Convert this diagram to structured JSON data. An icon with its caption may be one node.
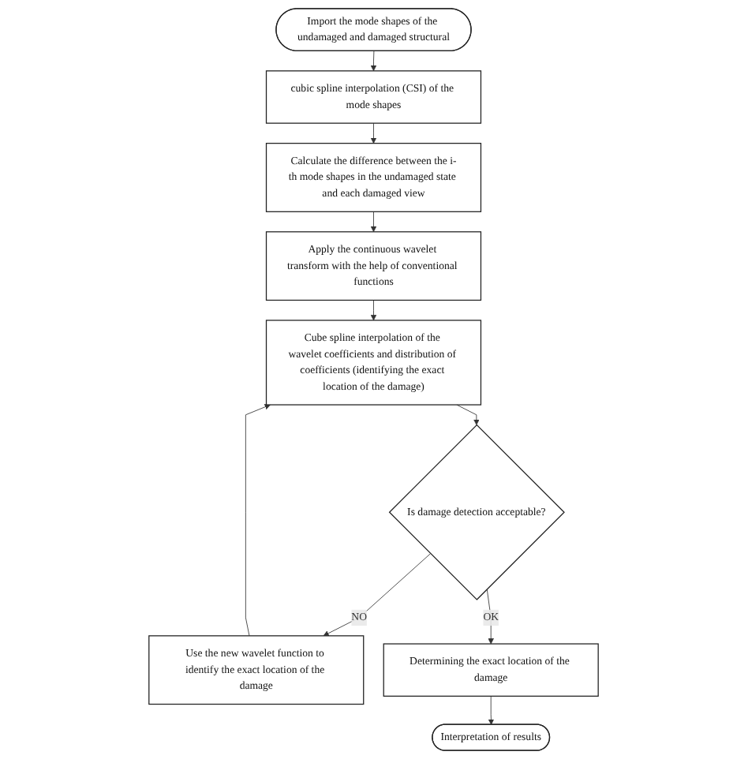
{
  "diagram": {
    "nodes": [
      {
        "text": [
          "Import the mode shapes of the undamaged and damaged structural"
        ]
      },
      {
        "text": [
          "cubic spline interpolation (CSI) of the mode shapes"
        ]
      },
      {
        "text": [
          "Calculate the difference between the i-th mode shapes in the undamaged state and each damaged view"
        ]
      },
      {
        "text": [
          "Apply the continuous wavelet transform with the help of conventional functions"
        ]
      },
      {
        "text": [
          "Cube spline interpolation of the wavelet coefficients and distribution of coefficients (identifying the exact location of the damage)"
        ]
      },
      {
        "text": [
          "Is damage detection acceptable?"
        ]
      },
      {
        "text": [
          "Use the new wavelet function to identify the exact location of the damage"
        ]
      },
      {
        "text": [
          "Determining the exact location of the damage"
        ]
      },
      {
        "text": [
          "Interpretation of results"
        ]
      }
    ],
    "edges": [
      {
        "from": 0,
        "to": 1,
        "arrow": "to"
      },
      {
        "from": 1,
        "to": 2,
        "arrow": "to"
      },
      {
        "from": 2,
        "to": 3,
        "arrow": "to"
      },
      {
        "from": 3,
        "to": 4,
        "arrow": "to"
      },
      {
        "from": 4,
        "to": 5,
        "arrow": "to"
      },
      {
        "from": 5,
        "to": 6,
        "label": "NO",
        "arrow": "to"
      },
      {
        "from": 6,
        "to": 4,
        "arrow": "to"
      },
      {
        "from": 5,
        "to": 7,
        "label": "OK",
        "arrow": "to"
      },
      {
        "from": 7,
        "to": 8,
        "arrow": "to"
      }
    ]
  }
}
